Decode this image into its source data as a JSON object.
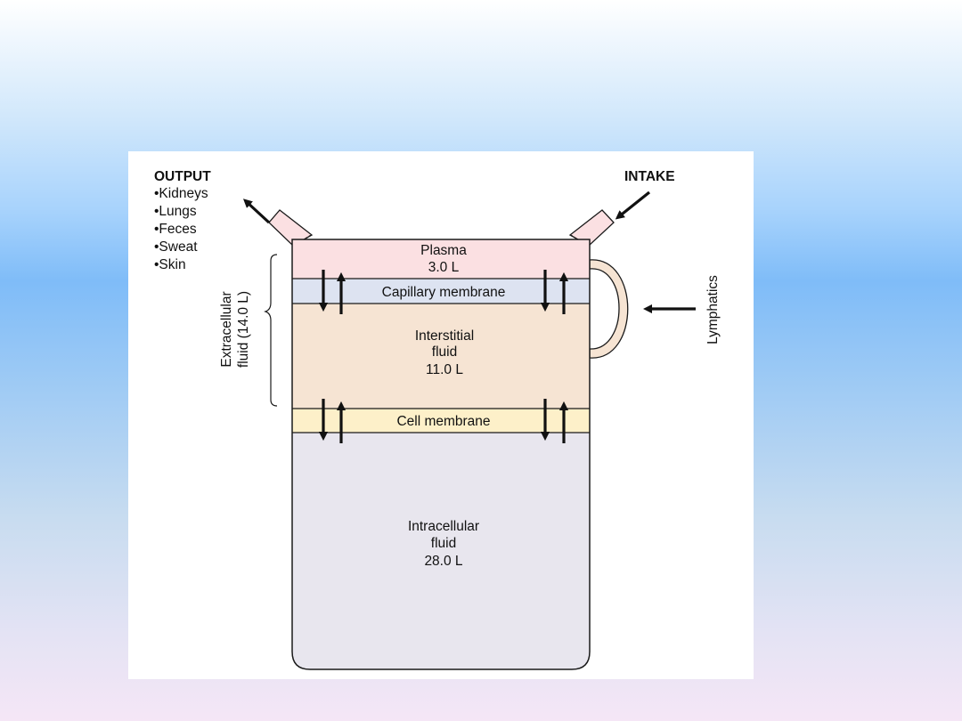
{
  "output": {
    "heading": "OUTPUT",
    "items": [
      "•Kidneys",
      "•Lungs",
      "•Feces",
      "•Sweat",
      "•Skin"
    ]
  },
  "intake": {
    "heading": "INTAKE"
  },
  "lymphatics": {
    "label": "Lymphatics"
  },
  "extracellular": {
    "line1": "Extracellular",
    "line2": "fluid (14.0 L)"
  },
  "compartments": {
    "plasma": {
      "name": "Plasma",
      "volume": "3.0 L"
    },
    "capillary_membrane": {
      "name": "Capillary membrane"
    },
    "interstitial": {
      "line1": "Interstitial",
      "line2": "fluid",
      "volume": "11.0 L"
    },
    "cell_membrane": {
      "name": "Cell membrane"
    },
    "intracellular": {
      "line1": "Intracellular",
      "line2": "fluid",
      "volume": "28.0 L"
    }
  },
  "colors": {
    "plasma": "#fbe0e2",
    "capillary_membrane": "#dde3f1",
    "interstitial": "#f6e4d3",
    "cell_membrane": "#fdf0c9",
    "intracellular": "#e8e6ee",
    "outline": "#1a1a1a"
  }
}
